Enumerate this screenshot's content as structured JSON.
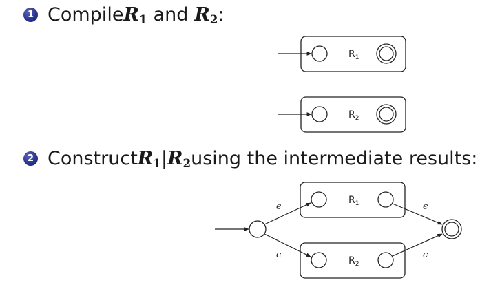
{
  "steps": [
    {
      "number": "1",
      "prefix": "Compile ",
      "r1_base": "R",
      "r1_sub": "1",
      "middle": "and",
      "r2_base": "R",
      "r2_sub": "2",
      "suffix": ":"
    },
    {
      "number": "2",
      "prefix": "Construct ",
      "r1_base": "R",
      "r1_sub": "1",
      "middle": "|",
      "r2_base": "R",
      "r2_sub": "2",
      "suffix": " using the intermediate results:"
    }
  ],
  "automata": {
    "r1_label": "R",
    "r1_sub": "1",
    "r2_label": "R",
    "r2_sub": "2",
    "epsilon": "ϵ"
  },
  "colors": {
    "bullet": "#2b3590",
    "ink": "#222222"
  }
}
